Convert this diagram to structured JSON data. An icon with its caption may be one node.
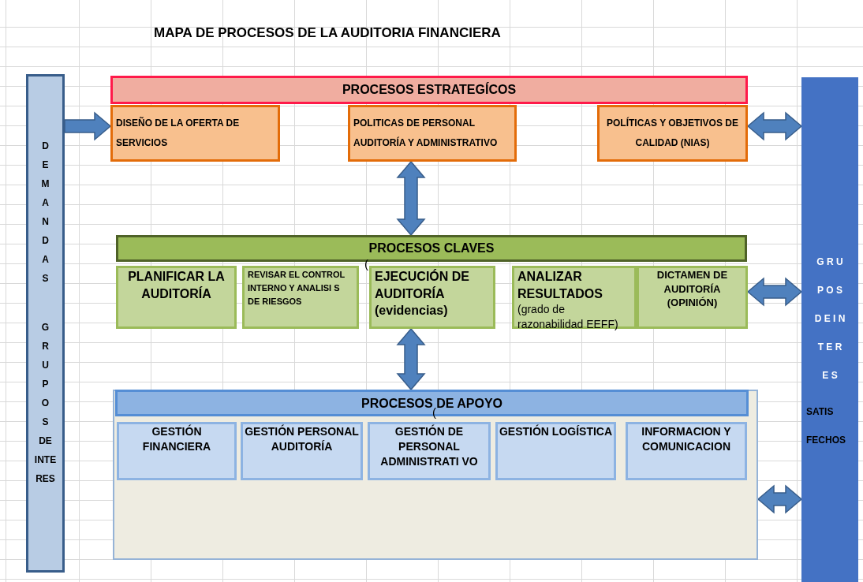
{
  "diagram": {
    "title": "MAPA DE PROCESOS DE LA AUDITORIA FINANCIERA",
    "nodes": [
      {
        "text": [
          "D E M A N D A S",
          "G R U P O S DE INTE RES"
        ]
      },
      {
        "text": [
          "G R U P O S D E I N T E R E S",
          "SATIS FECHOS"
        ]
      },
      {
        "text": [
          "PROCESOS ESTRATEGÍCOS"
        ]
      },
      {
        "text": [
          "DISEÑO DE LA OFERTA DE SERVICIOS"
        ]
      },
      {
        "text": [
          "POLITICAS DE PERSONAL AUDITORÍA Y ADMINISTRATIVO"
        ]
      },
      {
        "text": [
          "POLÍTICAS Y OBJETIVOS DE CALIDAD (NIAS)"
        ]
      },
      {
        "text": [
          "PROCESOS CLAVES"
        ]
      },
      {
        "text": [
          "PLANIFICAR LA AUDITORÍA"
        ]
      },
      {
        "text": [
          "REVISAR EL CONTROL INTERNO Y ANALISI S DE RIESGOS"
        ]
      },
      {
        "text": [
          "EJECUCIÓN DE AUDITORÍA (evidencias)"
        ]
      },
      {
        "text": [
          "ANALIZAR RESULTADOS",
          "(grado de razonabilidad EEFF)"
        ]
      },
      {
        "text": [
          "DICTAMEN DE AUDITORÍA (OPINIÓN)"
        ]
      },
      {
        "text": [
          "PROCESOS DE APOYO"
        ]
      },
      {
        "text": [
          "GESTIÓN FINANCIERA"
        ],
        "in": 12
      },
      {
        "text": [
          "GESTIÓN PERSONAL AUDITORÍA"
        ],
        "in": 12
      },
      {
        "text": [
          "GESTIÓN DE PERSONAL ADMINISTRATI VO"
        ],
        "in": 12
      },
      {
        "text": [
          "GESTIÓN LOGÍSTICA"
        ],
        "in": 12
      },
      {
        "text": [
          "INFORMACION Y COMUNICACION"
        ],
        "in": 12
      }
    ],
    "edges": [
      {
        "from": 0,
        "to": 3,
        "arrow": "to"
      },
      {
        "from": 5,
        "to": 1,
        "arrow": "both"
      },
      {
        "from": 4,
        "to": 6,
        "arrow": "both"
      },
      {
        "from": 11,
        "to": 1,
        "arrow": "both"
      },
      {
        "from": 9,
        "to": 12,
        "arrow": "both"
      },
      {
        "from": 12,
        "to": 1,
        "arrow": "both"
      }
    ],
    "labels": [
      "(",
      "("
    ]
  }
}
